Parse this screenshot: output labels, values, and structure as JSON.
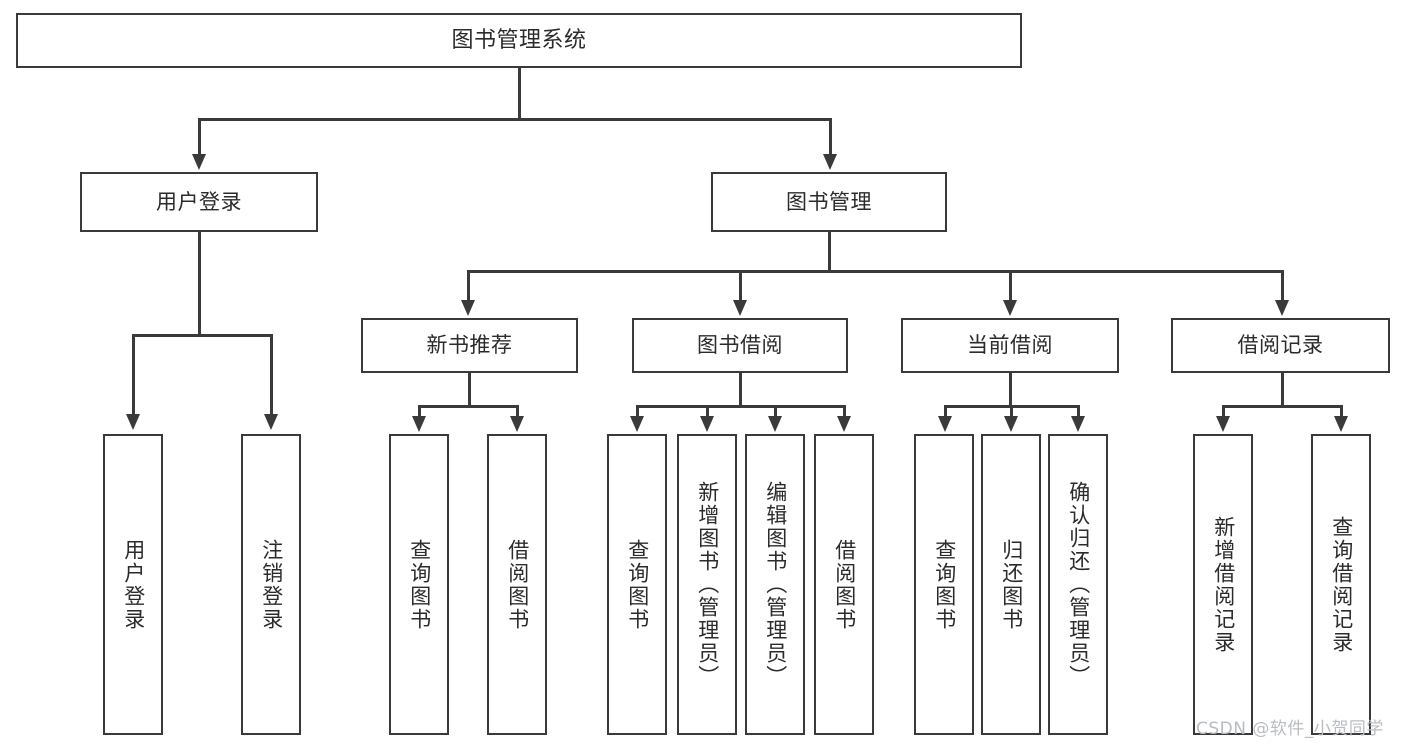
{
  "diagram": {
    "type": "tree",
    "title": "图书管理系统",
    "root": {
      "label": "图书管理系统"
    },
    "level1": [
      {
        "label": "用户登录"
      },
      {
        "label": "图书管理"
      }
    ],
    "level2": [
      {
        "label": "新书推荐"
      },
      {
        "label": "图书借阅"
      },
      {
        "label": "当前借阅"
      },
      {
        "label": "借阅记录"
      }
    ],
    "leaves": {
      "user_login": [
        {
          "label": "用户登录"
        },
        {
          "label": "注销登录"
        }
      ],
      "new_book_recommend": [
        {
          "label": "查询图书"
        },
        {
          "label": "借阅图书"
        }
      ],
      "book_borrow": [
        {
          "label": "查询图书"
        },
        {
          "label": "新增图书（管理员）"
        },
        {
          "label": "编辑图书（管理员）"
        },
        {
          "label": "借阅图书"
        }
      ],
      "current_borrow": [
        {
          "label": "查询图书"
        },
        {
          "label": "归还图书"
        },
        {
          "label": "确认归还（管理员）"
        }
      ],
      "borrow_record": [
        {
          "label": "新增借阅记录"
        },
        {
          "label": "查询借阅记录"
        }
      ]
    }
  },
  "watermark": {
    "text": "CSDN @软件_小贺同学"
  },
  "colors": {
    "stroke": "#3a3a3a",
    "text": "#2b2b2b",
    "background": "#ffffff",
    "watermark": "#b9bcc0"
  }
}
